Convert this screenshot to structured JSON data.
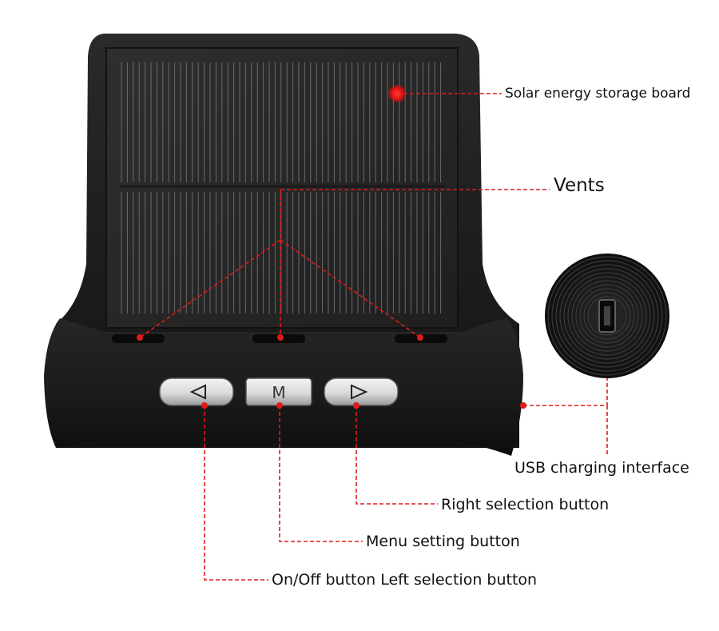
{
  "labels": {
    "solar": "Solar energy storage board",
    "vents": "Vents",
    "usb": "USB charging interface",
    "right_button": "Right selection button",
    "menu_button": "Menu setting button",
    "onoff_button": "On/Off button Left selection button"
  },
  "device": {
    "left_button_icon": "left-triangle-icon",
    "menu_button_text": "M",
    "right_button_icon": "right-triangle-icon",
    "usb_port_icon": "micro-usb-port-icon"
  },
  "colors": {
    "body": "#1c1c1c",
    "panel": "#2a2a2a",
    "callout": "#e01a1a",
    "button": "#e6e6e6"
  }
}
